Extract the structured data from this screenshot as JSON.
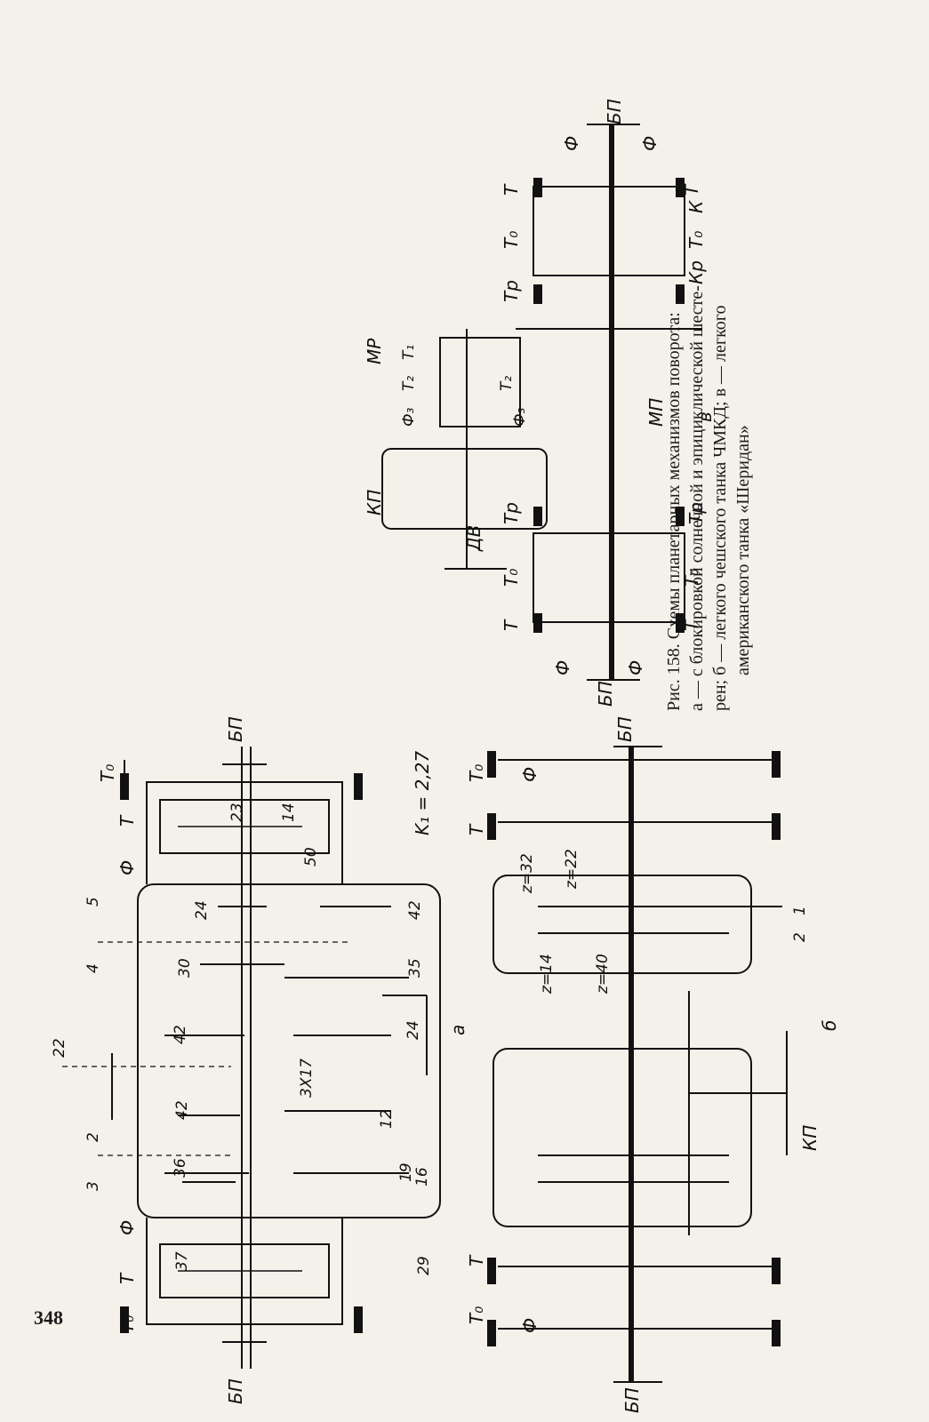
{
  "page_number": "348",
  "caption": {
    "title": "Рис. 158. Схемы планетарных механизмов поворота:",
    "line_a": "а — с блокировкой солнечной и эпициклической шесте-",
    "line_b": "рен; б — легкого чешского танка ЧМКД; в — легкого",
    "line_c": "американского танка «Шеридан»"
  },
  "diagram_a": {
    "panel_letter": "а",
    "ratio_label": "K₁ = 2,27",
    "labels": [
      "Т₀",
      "Т",
      "Ф",
      "Ф",
      "Т",
      "Т₀",
      "БП",
      "БП"
    ],
    "section_marks": [
      "5",
      "4",
      "3",
      "2",
      "22"
    ],
    "gear_numbers": [
      "24",
      "42",
      "30",
      "35",
      "42",
      "24",
      "42",
      "12",
      "3X17",
      "36",
      "19",
      "16",
      "37",
      "29",
      "23",
      "14",
      "50"
    ]
  },
  "diagram_b": {
    "panel_letter": "б",
    "labels": [
      "Т₀",
      "Т",
      "Ф",
      "Т",
      "Т₀",
      "Ф",
      "БП",
      "БП",
      "КП"
    ],
    "teeth": [
      "z=32",
      "z=22",
      "z=14",
      "z=40"
    ],
    "shaft_marks": [
      "1",
      "2"
    ]
  },
  "diagram_c": {
    "panel_letter": "в",
    "labels": [
      "КП",
      "МР",
      "ДВ",
      "МП",
      "БП",
      "БП",
      "Ф",
      "Ф",
      "Ф",
      "Ф",
      "Т",
      "Т",
      "Т",
      "Т",
      "Т₀",
      "Т₀",
      "Т₀",
      "Т₀",
      "Тр",
      "Тр",
      "Тр",
      "Кр",
      "К",
      "Т₁",
      "Т₂",
      "Т₂",
      "Ф₃",
      "Ф₃"
    ]
  }
}
